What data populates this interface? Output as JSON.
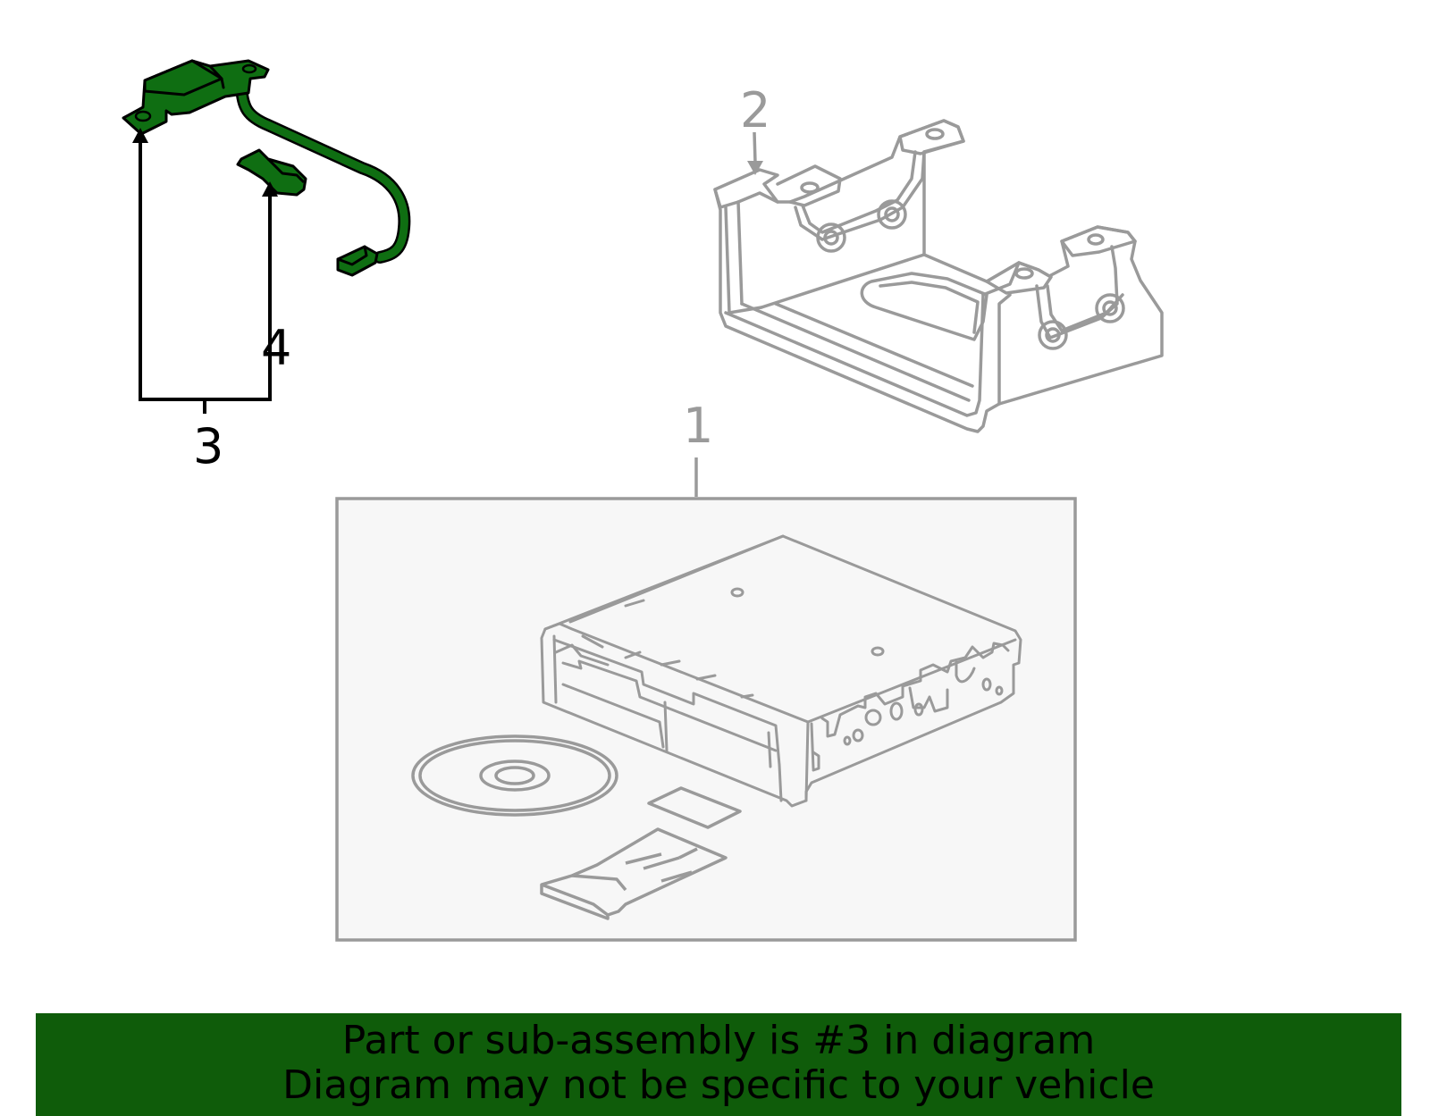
{
  "callouts": {
    "part_1": "1",
    "part_2": "2",
    "part_3": "3",
    "part_4": "4"
  },
  "banner": {
    "line_1": "Part or sub-assembly is #3 in diagram",
    "line_2": "Diagram may not be specific to your vehicle"
  },
  "colors": {
    "highlight_part": "#0f6e12",
    "banner_background": "#0f5c0a",
    "outline_grey": "#9a9a9a",
    "box_fill": "#f7f7f7"
  }
}
